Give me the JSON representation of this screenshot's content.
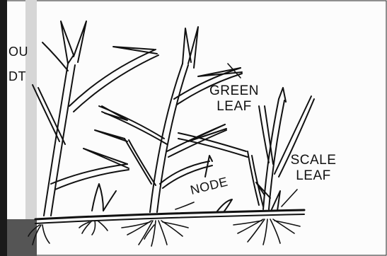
{
  "labels": {
    "green_leaf_line1": "GREEN",
    "green_leaf_line2": "LEAF",
    "scale_leaf_line1": "SCALE",
    "scale_leaf_line2": "LEAF",
    "node": "NODE",
    "cut_left_1": "OU",
    "cut_left_2": "DT"
  },
  "colors": {
    "ink": "#111111",
    "paper": "#fcfcfc",
    "page_edge": "#1a1a1a"
  }
}
